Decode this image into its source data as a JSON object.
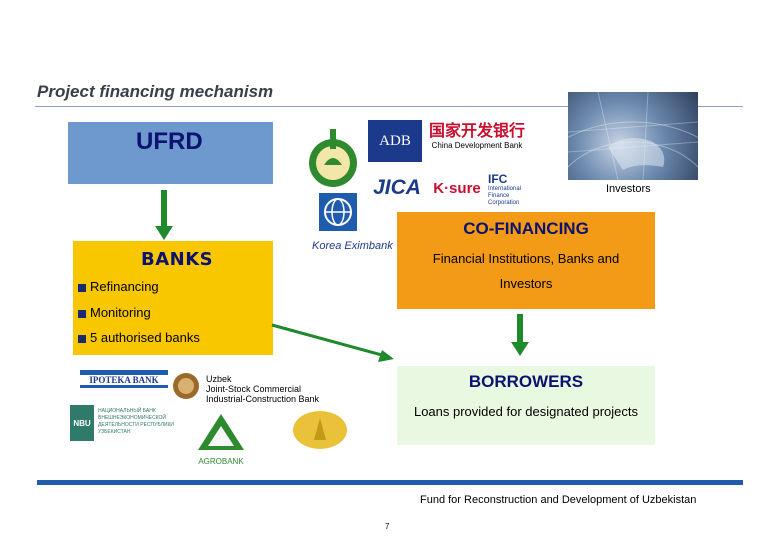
{
  "slide": {
    "title": "Project financing mechanism",
    "page_number": "7",
    "footer": "Fund for Reconstruction and Development of Uzbekistan"
  },
  "ufrd": {
    "label": "UFRD"
  },
  "banks": {
    "label": "BANKS",
    "bullets": [
      "Refinancing",
      "Monitoring",
      "5 authorised banks"
    ]
  },
  "cofinancing": {
    "title": "CO-FINANCING",
    "line1": "Financial Institutions, Banks and",
    "line2": "Investors"
  },
  "borrowers": {
    "title": "BORROWERS",
    "text": "Loans provided for designated projects"
  },
  "investors_caption": "Investors",
  "lender_logos": {
    "adb": "ADB",
    "cdb": "国家开发银行",
    "cdb_en": "China Development Bank",
    "jica": "JICA",
    "ksure": "K·sure",
    "ifc": "IFC",
    "ifc_sub": "International Finance Corporation",
    "kexim": "Korea Eximbank"
  },
  "bank_logos": {
    "ipoteka": "IPOTEKA BANK",
    "uzpsb_1": "Uzbek",
    "uzpsb_2": "Joint-Stock Commercial",
    "uzpsb_3": "Industrial-Construction Bank",
    "nbu": "NBU",
    "nbu_text": "НАЦИОНАЛЬНЫЙ БАНК ВНЕШНЕЭКОНОМИЧЕСКОЙ ДЕЯТЕЛЬНОСТИ РЕСПУБЛИКИ УЗБЕКИСТАН",
    "agrobank": "AGROBANK"
  },
  "colors": {
    "ufrd": "#6e99cf",
    "banks": "#f8c700",
    "cofinancing": "#f39a16",
    "borrowers": "#e9f8e1",
    "arrow": "#1e8a2c",
    "navy_text": "#0b1270"
  }
}
